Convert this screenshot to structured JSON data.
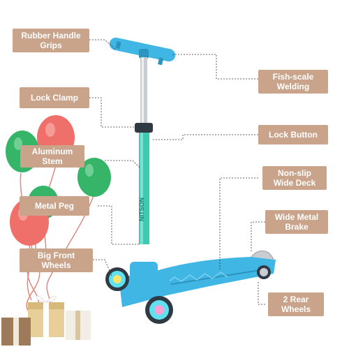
{
  "labels": {
    "rubber_handle_grips": {
      "line1": "Rubber Handle",
      "line2": "Grips"
    },
    "lock_clamp": {
      "line1": "Lock Clamp"
    },
    "aluminum_stem": {
      "line1": "Aluminum",
      "line2": "Stem"
    },
    "metal_peg": {
      "line1": "Metal Peg"
    },
    "big_front_wheels": {
      "line1": "Big Front",
      "line2": "Wheels"
    },
    "fish_scale_welding": {
      "line1": "Fish-scale",
      "line2": "Welding"
    },
    "lock_button": {
      "line1": "Lock Button"
    },
    "non_slip_wide_deck": {
      "line1": "Non-slip",
      "line2": "Wide Deck"
    },
    "wide_metal_brake": {
      "line1": "Wide Metal",
      "line2": "Brake"
    },
    "rear_wheels": {
      "line1": "2 Rear",
      "line2": "Wheels"
    }
  },
  "stem_brand_text": "NITSON",
  "colors": {
    "label_bg": "#c9a48b",
    "label_text": "#ffffff",
    "scooter_blue": "#3fb6e3",
    "stem_teal": "#3ec9b2",
    "balloon_red": "#ef6f6a",
    "balloon_green": "#36b569",
    "leader_line": "#333333"
  }
}
